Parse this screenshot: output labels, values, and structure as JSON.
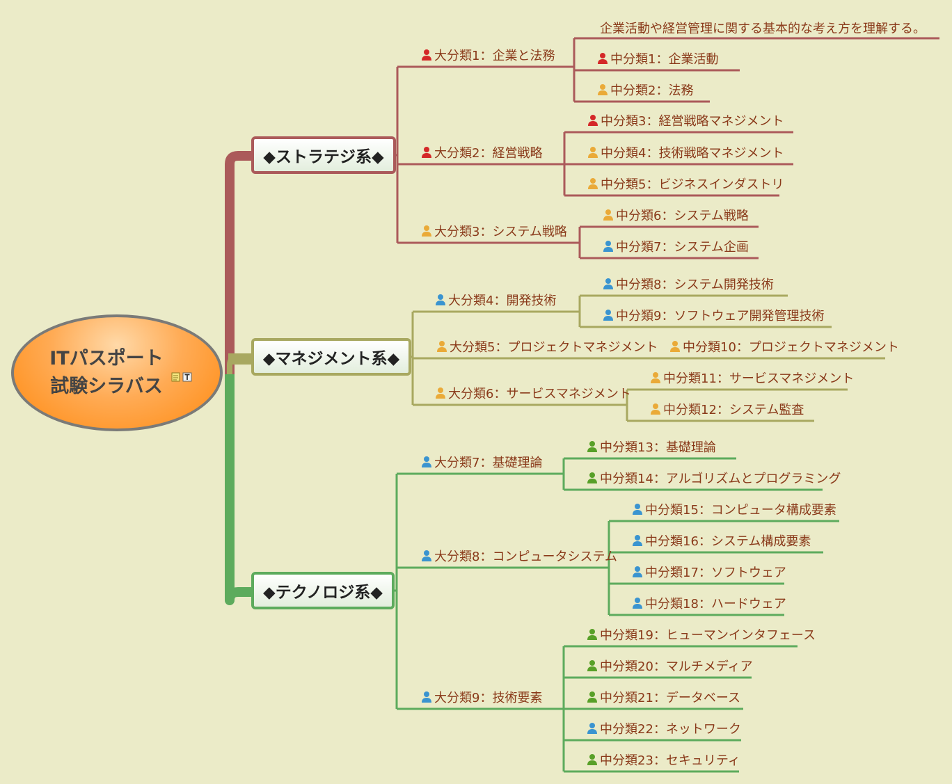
{
  "root": {
    "line1": "ITパスポート",
    "line2": "試験シラバス",
    "icons": [
      "note-icon",
      "text-icon"
    ]
  },
  "colors": {
    "strategy": "#ab5a5a",
    "management": "#a8a860",
    "technology": "#5dab5d",
    "person_red": "#d42828",
    "person_orange": "#eaaa38",
    "person_blue": "#3a94d0",
    "person_green": "#58a028",
    "label": "#8a3a1a"
  },
  "categories": [
    {
      "label": "◆ストラテジ系◆",
      "major": [
        {
          "label": "大分類1：企業と法務",
          "icon": "red",
          "note": "企業活動や経営管理に関する基本的な考え方を理解する。",
          "minor": [
            {
              "label": "中分類1：企業活動",
              "icon": "red"
            },
            {
              "label": "中分類2：法務",
              "icon": "orange"
            }
          ]
        },
        {
          "label": "大分類2：経営戦略",
          "icon": "red",
          "minor": [
            {
              "label": "中分類3：経営戦略マネジメント",
              "icon": "red"
            },
            {
              "label": "中分類4：技術戦略マネジメント",
              "icon": "orange"
            },
            {
              "label": "中分類5：ビジネスインダストリ",
              "icon": "orange"
            }
          ]
        },
        {
          "label": "大分類3：システム戦略",
          "icon": "orange",
          "minor": [
            {
              "label": "中分類6：システム戦略",
              "icon": "orange"
            },
            {
              "label": "中分類7：システム企画",
              "icon": "blue"
            }
          ]
        }
      ]
    },
    {
      "label": "◆マネジメント系◆",
      "major": [
        {
          "label": "大分類4：開発技術",
          "icon": "blue",
          "minor": [
            {
              "label": "中分類8：システム開発技術",
              "icon": "blue"
            },
            {
              "label": "中分類9：ソフトウェア開発管理技術",
              "icon": "blue"
            }
          ]
        },
        {
          "label": "大分類5：プロジェクトマネジメント",
          "icon": "orange",
          "minor": [
            {
              "label": "中分類10：プロジェクトマネジメント",
              "icon": "orange"
            }
          ]
        },
        {
          "label": "大分類6：サービスマネジメント",
          "icon": "orange",
          "minor": [
            {
              "label": "中分類11：サービスマネジメント",
              "icon": "orange"
            },
            {
              "label": "中分類12：システム監査",
              "icon": "orange"
            }
          ]
        }
      ]
    },
    {
      "label": "◆テクノロジ系◆",
      "major": [
        {
          "label": "大分類7：基礎理論",
          "icon": "blue",
          "minor": [
            {
              "label": "中分類13：基礎理論",
              "icon": "green"
            },
            {
              "label": "中分類14：アルゴリズムとプログラミング",
              "icon": "green"
            }
          ]
        },
        {
          "label": "大分類8：コンピュータシステム",
          "icon": "blue",
          "minor": [
            {
              "label": "中分類15：コンピュータ構成要素",
              "icon": "blue"
            },
            {
              "label": "中分類16：システム構成要素",
              "icon": "blue"
            },
            {
              "label": "中分類17：ソフトウェア",
              "icon": "blue"
            },
            {
              "label": "中分類18：ハードウェア",
              "icon": "blue"
            }
          ]
        },
        {
          "label": "大分類9：技術要素",
          "icon": "blue",
          "minor": [
            {
              "label": "中分類19：ヒューマンインタフェース",
              "icon": "green"
            },
            {
              "label": "中分類20：マルチメディア",
              "icon": "green"
            },
            {
              "label": "中分類21：データベース",
              "icon": "green"
            },
            {
              "label": "中分類22：ネットワーク",
              "icon": "blue"
            },
            {
              "label": "中分類23：セキュリティ",
              "icon": "green"
            }
          ]
        }
      ]
    }
  ]
}
